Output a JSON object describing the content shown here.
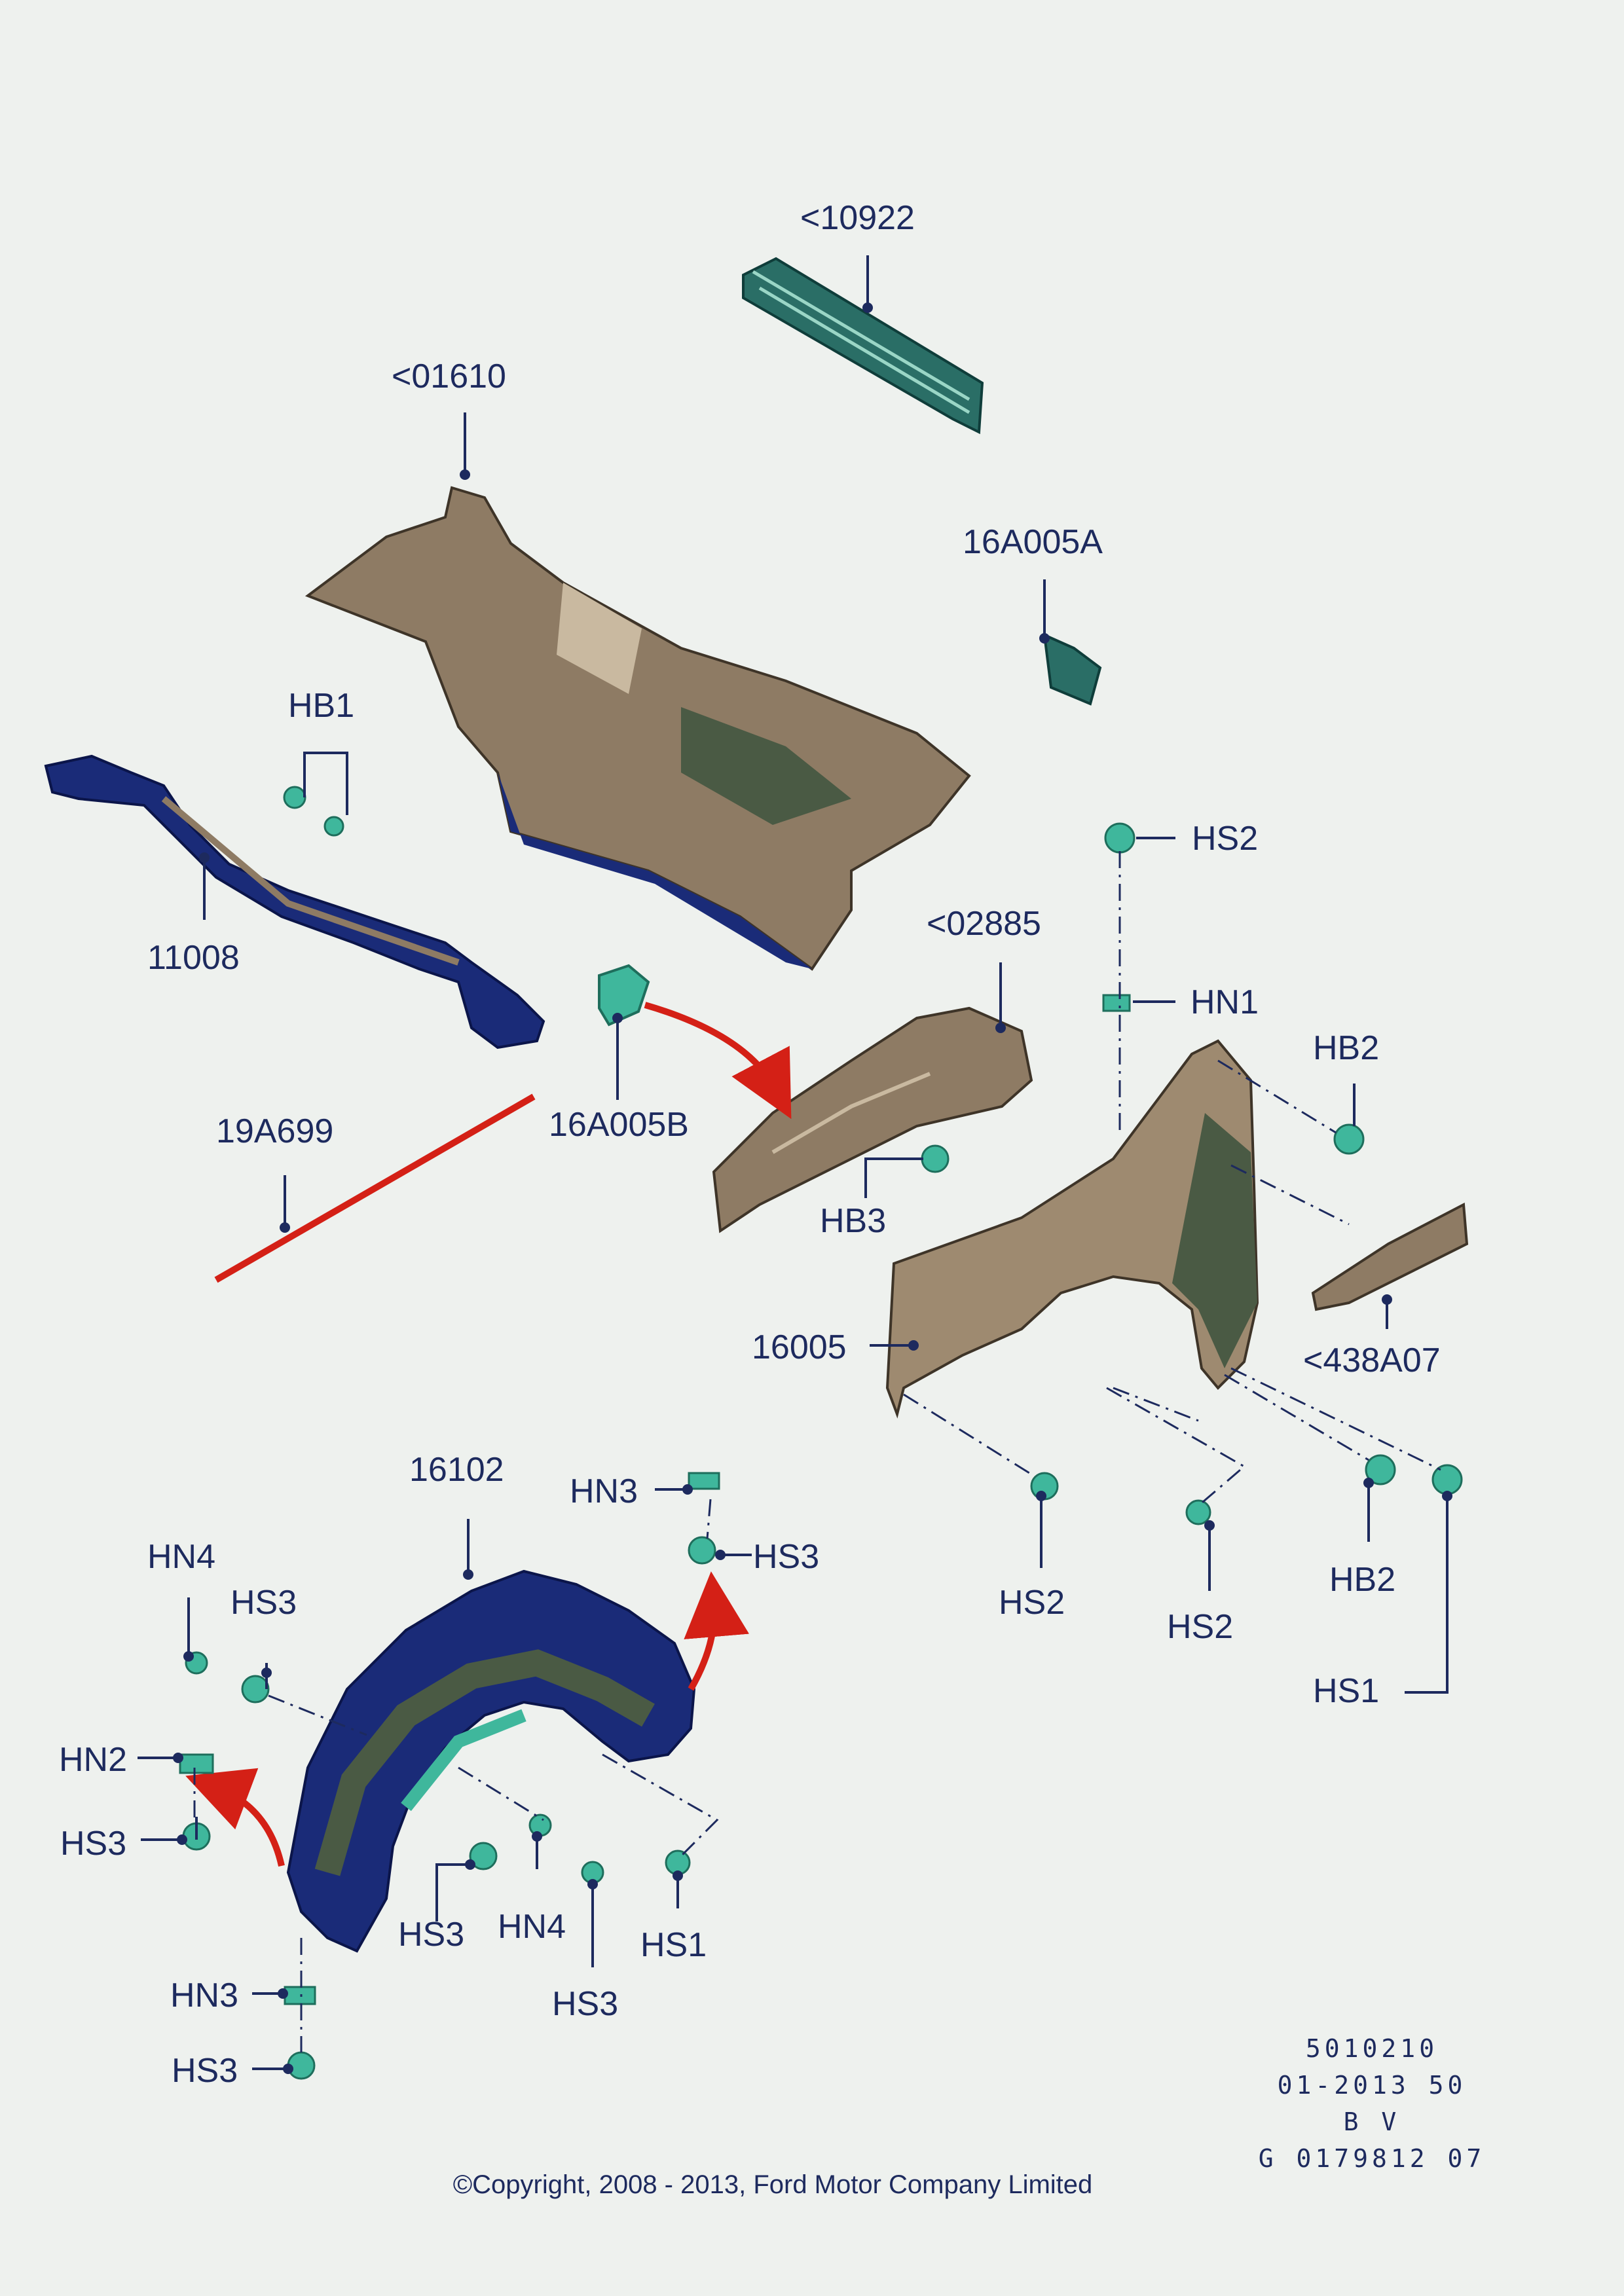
{
  "labels": {
    "p10922": "<10922",
    "p01610": "<01610",
    "p16A005A": "16A005A",
    "hb1": "HB1",
    "p11008": "11008",
    "p02885": "<02885",
    "hs2_top": "HS2",
    "hn1": "HN1",
    "hb2_top": "HB2",
    "p19A699": "19A699",
    "p16A005B": "16A005B",
    "hb3": "HB3",
    "p16005": "16005",
    "p438A07": "<438A07",
    "p16102": "16102",
    "hn3_top": "HN3",
    "hs3_top": "HS3",
    "hs2_a": "HS2",
    "hs2_b": "HS2",
    "hb2_bot": "HB2",
    "hs1_right": "HS1",
    "hn4_left": "HN4",
    "hs3_left": "HS3",
    "hn2": "HN2",
    "hs3_left2": "HS3",
    "hs3_mid": "HS3",
    "hn4_mid": "HN4",
    "hs3_mid2": "HS3",
    "hs1_mid": "HS1",
    "hn3_bot": "HN3",
    "hs3_bot": "HS3"
  },
  "info_block": {
    "line1": "5010210",
    "line2": "01-2013 50",
    "line3": "B V",
    "line4": "G 0179812 07"
  },
  "copyright": "©Copyright, 2008 - 2013, Ford Motor Company Limited",
  "colors": {
    "background": "#eef1ee",
    "text": "#1d2a5e",
    "panel_tan": "#8e7b64",
    "panel_dark": "#4a5a44",
    "navy": "#1a2b78",
    "clip_green": "#3fb79c",
    "arrow_red": "#d42016"
  }
}
